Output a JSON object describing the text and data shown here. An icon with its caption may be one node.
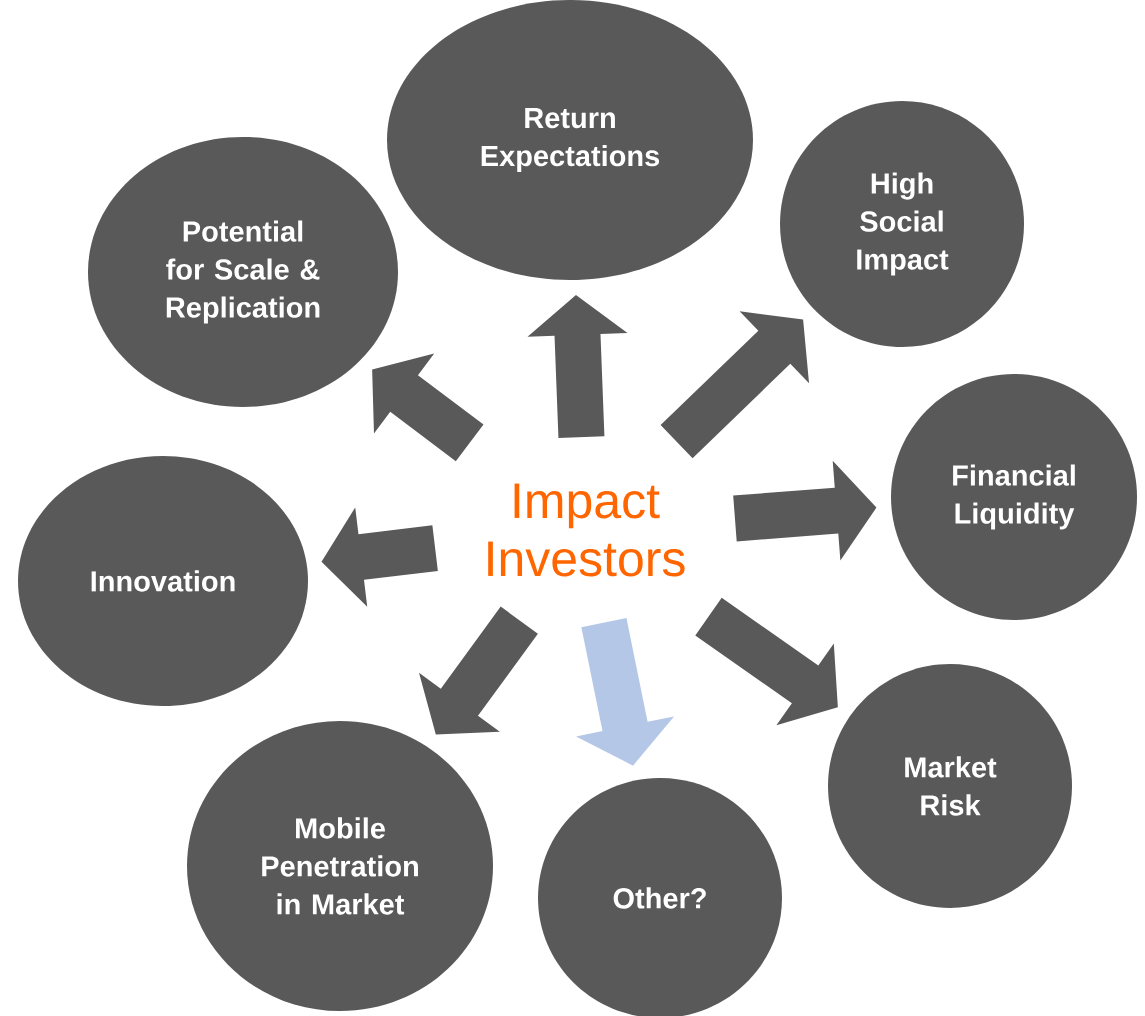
{
  "diagram": {
    "nodes": [
      {
        "text": [
          "Impact Investors"
        ]
      },
      {
        "text": [
          "Potential for Scale & Replication"
        ]
      },
      {
        "text": [
          "Return Expectations"
        ]
      },
      {
        "text": [
          "High Social Impact"
        ]
      },
      {
        "text": [
          "Financial Liquidity"
        ]
      },
      {
        "text": [
          "Market Risk"
        ]
      },
      {
        "text": [
          "Other?"
        ]
      },
      {
        "text": [
          "Mobile Penetration in Market"
        ]
      },
      {
        "text": [
          "Innovation"
        ]
      }
    ],
    "edges": [
      {
        "from": 0,
        "to": 1,
        "arrow": "to"
      },
      {
        "from": 0,
        "to": 2,
        "arrow": "to"
      },
      {
        "from": 0,
        "to": 3,
        "arrow": "to"
      },
      {
        "from": 0,
        "to": 4,
        "arrow": "to"
      },
      {
        "from": 0,
        "to": 5,
        "arrow": "to"
      },
      {
        "from": 0,
        "to": 6,
        "arrow": "to",
        "color": "#b4c7e7"
      },
      {
        "from": 0,
        "to": 7,
        "arrow": "to"
      },
      {
        "from": 0,
        "to": 8,
        "arrow": "to"
      }
    ]
  }
}
